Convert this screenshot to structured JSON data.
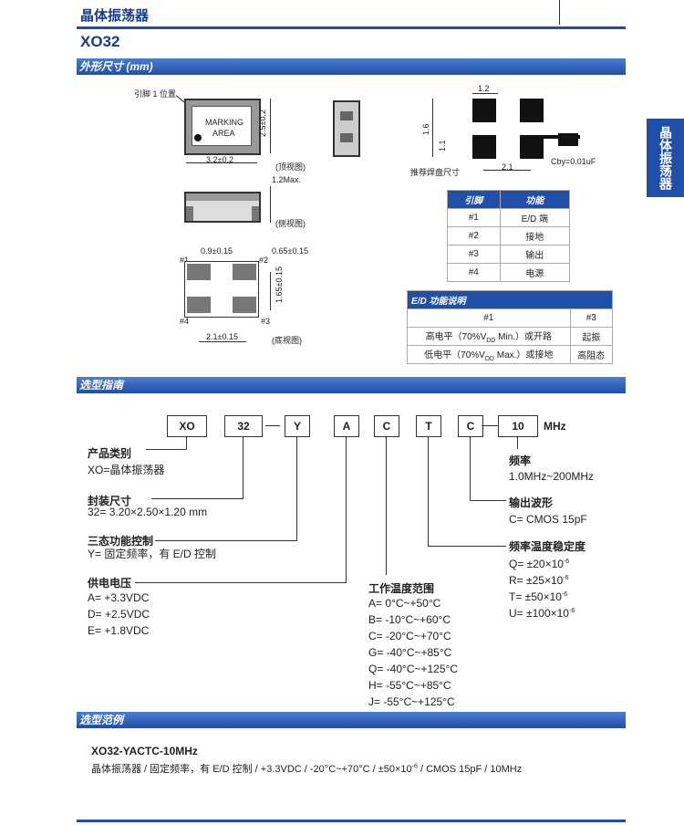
{
  "header": {
    "title": "晶体振荡器",
    "model": "XO32"
  },
  "side_tab": "晶体振荡器",
  "sections": {
    "dimensions": "外形尺寸 (mm)",
    "selection": "选型指南",
    "example": "选型范例"
  },
  "drawing": {
    "pin1_label": "引脚 1 位置",
    "marking": "MARKING",
    "area": "AREA",
    "dim_w": "3.2±0.2",
    "dim_h": "2.5±0.2",
    "top_view": "(顶视图)",
    "dim_12max": "1.2Max.",
    "side_view": "(侧视图)",
    "dim_09": "0.9±0.15",
    "dim_065": "0.65±0.15",
    "dim_165": "1.65±0.15",
    "dim_21": "2.1±0.15",
    "bottom_view": "(底视图)",
    "pin_labels": [
      "#1",
      "#2",
      "#4",
      "#3"
    ],
    "pad_12": "1.2",
    "pad_16": "1.6",
    "pad_11": "1.1",
    "pad_21": "2.1",
    "pad_caption": "推荐焊盘尺寸",
    "cby": "Cby=0.01uF"
  },
  "pin_table": {
    "headers": [
      "引脚",
      "功能"
    ],
    "rows": [
      [
        "#1",
        "E/D 端"
      ],
      [
        "#2",
        "接地"
      ],
      [
        "#3",
        "输出"
      ],
      [
        "#4",
        "电源"
      ]
    ]
  },
  "ed_table": {
    "title": "E/D 功能说明",
    "col1": "#1",
    "col2": "#3",
    "row1_a": "高电平（70%V",
    "row1_sub": "DD",
    "row1_b": " Min.）或开路",
    "row1_c": "起振",
    "row2_a": "低电平（70%V",
    "row2_sub": "DD",
    "row2_b": " Max.）或接地",
    "row2_c": "高阻态"
  },
  "code_boxes": [
    "XO",
    "32",
    "Y",
    "A",
    "C",
    "T",
    "C",
    "10"
  ],
  "mhz": "MHz",
  "legend": {
    "type_label": "产品类别",
    "type_val": "XO=晶体振荡器",
    "size_label": "封装尺寸",
    "size_val": "32= 3.20×2.50×1.20 mm",
    "tri_label": "三态功能控制",
    "tri_val": "Y=  固定频率，有 E/D 控制",
    "volt_label": "供电电压",
    "volt_vals": [
      "A= +3.3VDC",
      "D= +2.5VDC",
      "E= +1.8VDC"
    ],
    "temp_label": "工作温度范围",
    "temp_vals": [
      "A= 0°C~+50°C",
      "B= -10°C~+60°C",
      "C= -20°C~+70°C",
      "G= -40°C~+85°C",
      "Q= -40°C~+125°C",
      "H= -55°C~+85°C",
      "J= -55°C~+125°C"
    ],
    "stab_label": "频率温度稳定度",
    "stab_vals": [
      "Q= ±20×10",
      "R= ±25×10",
      "T= ±50×10",
      "U= ±100×10"
    ],
    "stab_exp": "-6",
    "wave_label": "输出波形",
    "wave_val": "C= CMOS 15pF",
    "freq_label": "频率",
    "freq_val": "1.0MHz~200MHz"
  },
  "example": {
    "code": "XO32-YACTC-10MHz",
    "desc_a": "晶体振荡器  /  固定频率，有 E/D 控制  / +3.3VDC / -20°C~+70°C / ±50×10",
    "desc_exp": "-6",
    "desc_b": " / CMOS 15pF / 10MHz"
  }
}
